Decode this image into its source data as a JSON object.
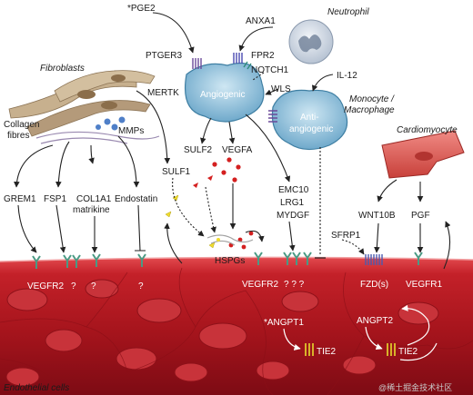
{
  "colors": {
    "vessel_dark": "#7d0b14",
    "vessel_mid": "#b51a22",
    "vessel_light": "#d9333a",
    "cell_blue": "#8fc4df",
    "cell_blue_dark": "#4f8fb4",
    "fibroblast": "#b49a7a",
    "cardiomyocyte": "#e05a54",
    "receptor_green": "#4a9a84",
    "receptor_purple": "#6b4a9a",
    "ligand_red": "#d42020",
    "ligand_yellow": "#f0dc2e"
  },
  "labels": {
    "pge2": "*PGE2",
    "anxa1": "ANXA1",
    "neutrophil": "Neutrophil",
    "fibroblasts": "Fibroblasts",
    "ptger3": "PTGER3",
    "fpr2": "FPR2",
    "notch1": "NOTCH1",
    "il12": "IL-12",
    "mertk": "MERTK",
    "angiogenic": "Angiogenic",
    "wls": "WLS",
    "monocyte": "Monocyte /",
    "macrophage": "Macrophage",
    "anti_angiogenic_1": "Anti-",
    "anti_angiogenic_2": "angiogenic",
    "collagen_1": "Collagen",
    "collagen_2": "fibres",
    "mmps": "MMPs",
    "cardiomyocyte": "Cardiomyocyte",
    "sulf2": "SULF2",
    "vegfa": "VEGFA",
    "sulf1": "SULF1",
    "emc10": "EMC10",
    "lrg1": "LRG1",
    "mydgf": "MYDGF",
    "grem1": "GREM1",
    "fsp1": "FSP1",
    "col1a1_1": "COL1A1",
    "col1a1_2": "matrikine",
    "endostatin": "Endostatin",
    "wnt10b": "WNT10B",
    "pgf": "PGF",
    "sfrp1": "SFRP1",
    "hspgs": "HSPGs",
    "vegfr2_left": "VEGFR2",
    "q1": "?",
    "q2": "?",
    "q3": "?",
    "vegfr2_mid": "VEGFR2",
    "q_mid": "? ? ?",
    "fzd": "FZD(s)",
    "vegfr1": "VEGFR1",
    "angpt1": "*ANGPT1",
    "angpt2": "ANGPT2",
    "tie2_a": "TIE2",
    "tie2_b": "TIE2",
    "endothelial": "Endothelial cells",
    "watermark": "@稀土掘金技术社区"
  }
}
